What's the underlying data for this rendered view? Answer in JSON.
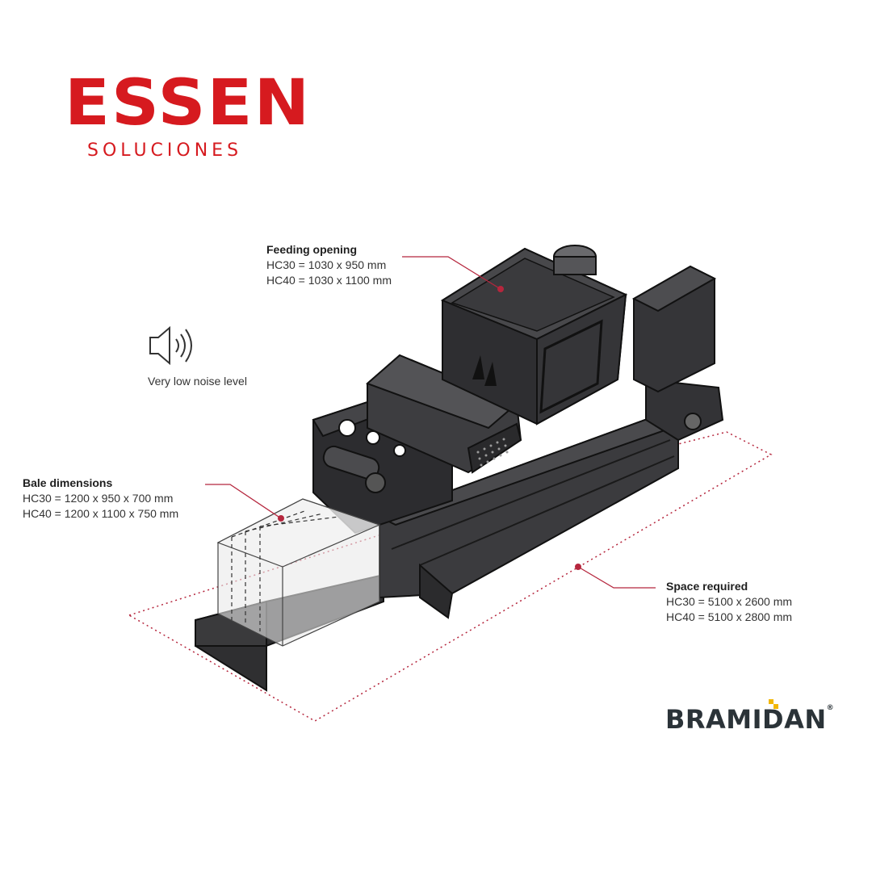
{
  "brand": {
    "name": "ESSEN",
    "tagline": "SOLUCIONES",
    "color": "#d61a1f"
  },
  "manufacturer": {
    "name": "BRAMIDAN",
    "mark": "®"
  },
  "noise": {
    "icon": "speaker-icon",
    "label": "Very low noise level"
  },
  "callouts": {
    "feeding": {
      "title": "Feeding opening",
      "line1": "HC30 = 1030 x 950 mm",
      "line2": "HC40 = 1030 x 1100 mm"
    },
    "bale": {
      "title": "Bale dimensions",
      "line1": "HC30 = 1200 x 950 x 700 mm",
      "line2": "HC40 = 1200 x 1100 x 750 mm"
    },
    "space": {
      "title": "Space required",
      "line1": "HC30 = 5100 x 2600 mm",
      "line2": "HC40 = 5100 x 2800 mm"
    }
  },
  "accent_color": "#b5263d"
}
